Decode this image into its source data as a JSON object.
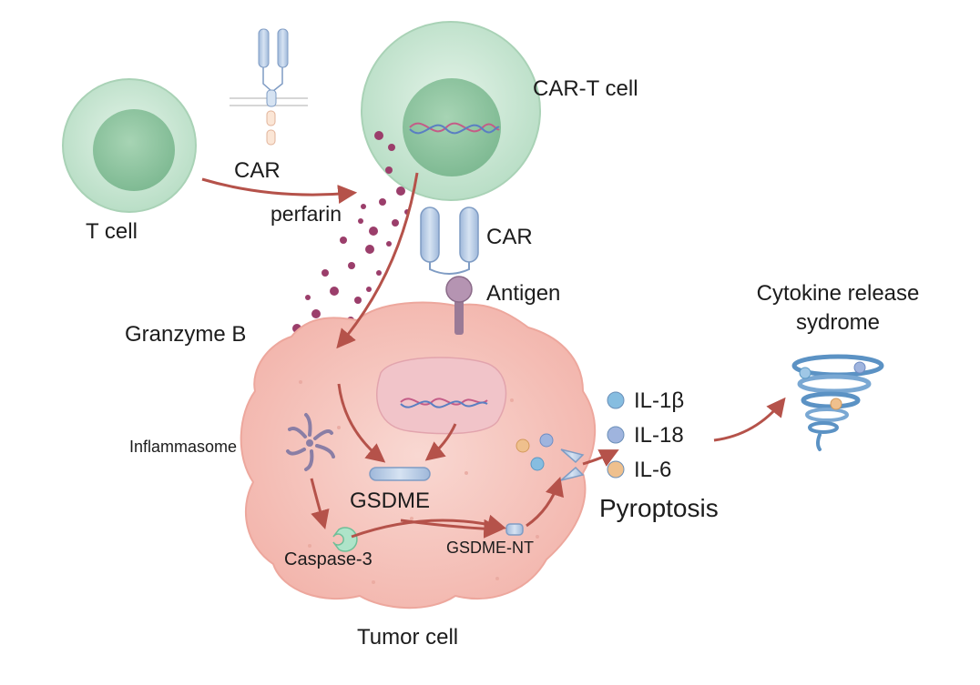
{
  "labels": {
    "t_cell": "T cell",
    "car_top": "CAR",
    "car_t_cell": "CAR-T cell",
    "perfarin": "perfarin",
    "car_membrane": "CAR",
    "antigen": "Antigen",
    "granzyme_b": "Granzyme B",
    "inflammasome": "Inflammasome",
    "gsdme": "GSDME",
    "caspase3": "Caspase-3",
    "gsdme_nt": "GSDME-NT",
    "tumor_cell": "Tumor cell",
    "pyroptosis": "Pyroptosis",
    "crs_line1": "Cytokine release",
    "crs_line2": "sydrome"
  },
  "cytokines": [
    {
      "name": "IL-1β",
      "color": "#86bde0"
    },
    {
      "name": "IL-18",
      "color": "#9fb4de"
    },
    {
      "name": "IL-6",
      "color": "#efc08d"
    }
  ],
  "colors": {
    "cell_green": "#c9e6d3",
    "nucleus_green": "#8fc6a1",
    "tumor_pink": "#f6c7c0",
    "arrow": "#b5524a",
    "granule": "#9b3e6b",
    "car_blue": "#b9cde6"
  }
}
